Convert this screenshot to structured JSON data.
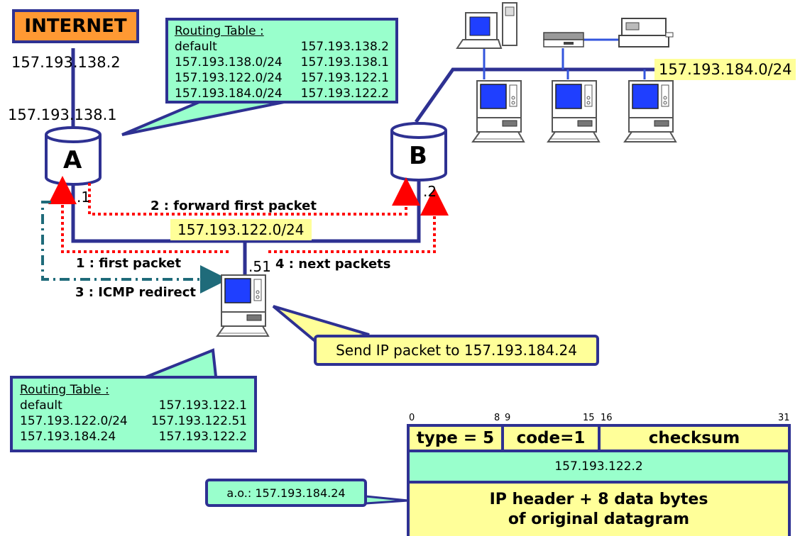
{
  "internet_label": "INTERNET",
  "ip_internet_side": "157.193.138.2",
  "ip_router_a_ext": "157.193.138.1",
  "router_a": {
    "name": "A",
    "if_suffix": ".1"
  },
  "router_b": {
    "name": "B",
    "if_suffix": ".2"
  },
  "host_suffix": ".51",
  "net_main": "157.193.122.0/24",
  "net_lan": "157.193.184.0/24",
  "routing_table_a": {
    "title": "Routing Table :",
    "rows": [
      {
        "dest": "default",
        "gw": "157.193.138.2"
      },
      {
        "dest": "157.193.138.0/24",
        "gw": "157.193.138.1"
      },
      {
        "dest": "157.193.122.0/24",
        "gw": "157.193.122.1"
      },
      {
        "dest": "157.193.184.0/24",
        "gw": "157.193.122.2"
      }
    ]
  },
  "routing_table_host": {
    "title": "Routing Table :",
    "rows": [
      {
        "dest": "default",
        "gw": "157.193.122.1"
      },
      {
        "dest": "157.193.122.0/24",
        "gw": "157.193.122.51"
      },
      {
        "dest": "157.193.184.24",
        "gw": "157.193.122.2"
      }
    ]
  },
  "steps": {
    "s1": "1 : first packet",
    "s2": "2 : forward first packet",
    "s3": "3 : ICMP redirect",
    "s4": "4 : next packets"
  },
  "send_callout": "Send IP packet to 157.193.184.24",
  "icmp": {
    "bits": {
      "b0": "0",
      "b8": "8",
      "b9": "9",
      "b15": "15",
      "b16": "16",
      "b31": "31"
    },
    "type": "type = 5",
    "code": "code=1",
    "checksum": "checksum",
    "gateway": "157.193.122.2",
    "payload_line1": "IP header + 8 data bytes",
    "payload_line2": "of original datagram",
    "ao_label": "a.o.: 157.193.184.24"
  },
  "colors": {
    "navy": "#2e3192",
    "mint": "#99ffcc",
    "light_yellow": "#ffff99",
    "orange": "#ff9933",
    "red_dotted": "#ff0000",
    "teal_dashdot": "#1f6b7a",
    "screen_blue": "#1f3fff",
    "lan_blue": "#3355dd"
  }
}
